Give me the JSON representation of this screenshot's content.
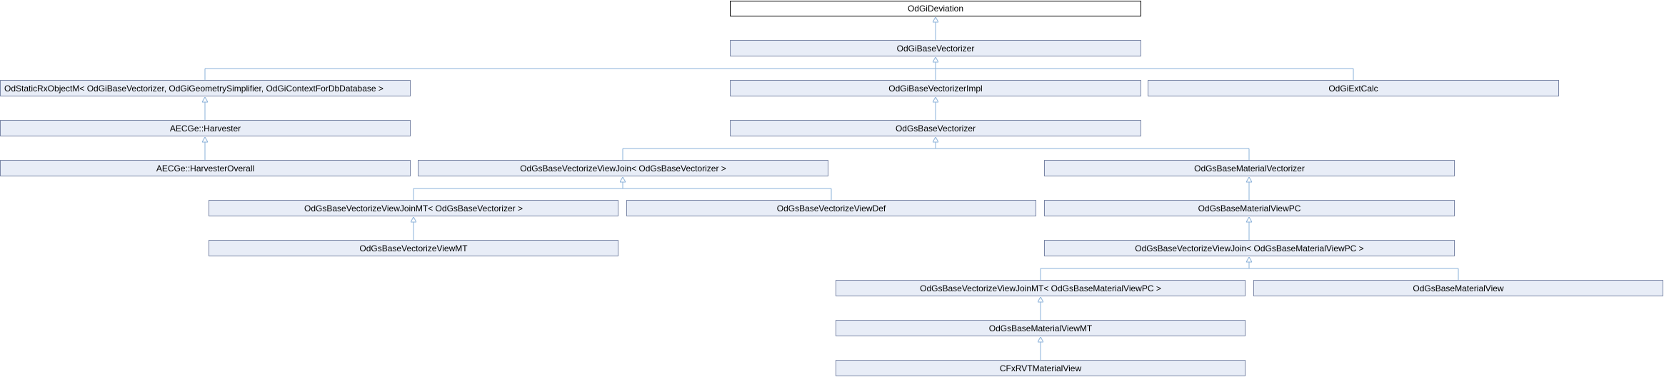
{
  "nodes": {
    "deviation": "OdGiDeviation",
    "base_vectorizer": "OdGiBaseVectorizer",
    "static_rx": "OdStaticRxObjectM< OdGiBaseVectorizer, OdGiGeometrySimplifier, OdGiContextForDbDatabase >",
    "base_vectorizer_impl": "OdGiBaseVectorizerImpl",
    "ext_calc": "OdGiExtCalc",
    "harvester": "AECGe::Harvester",
    "gs_base_vectorizer": "OdGsBaseVectorizer",
    "harvester_overall": "AECGe::HarvesterOverall",
    "view_join_gs": "OdGsBaseVectorizeViewJoin< OdGsBaseVectorizer >",
    "material_vectorizer": "OdGsBaseMaterialVectorizer",
    "view_join_mt_gs": "OdGsBaseVectorizeViewJoinMT< OdGsBaseVectorizer >",
    "view_def": "OdGsBaseVectorizeViewDef",
    "material_view_pc": "OdGsBaseMaterialViewPC",
    "view_mt": "OdGsBaseVectorizeViewMT",
    "view_join_pc": "OdGsBaseVectorizeViewJoin< OdGsBaseMaterialViewPC >",
    "view_join_mt_pc": "OdGsBaseVectorizeViewJoinMT< OdGsBaseMaterialViewPC >",
    "material_view": "OdGsBaseMaterialView",
    "material_view_mt": "OdGsBaseMaterialViewMT",
    "cfx_material_view": "CFxRVTMaterialView"
  },
  "colors": {
    "edge": "#8ab0d8",
    "node_fill": "#e8edf7",
    "node_border": "#7a86a6",
    "root_fill": "#ffffff",
    "root_border": "#000000"
  }
}
